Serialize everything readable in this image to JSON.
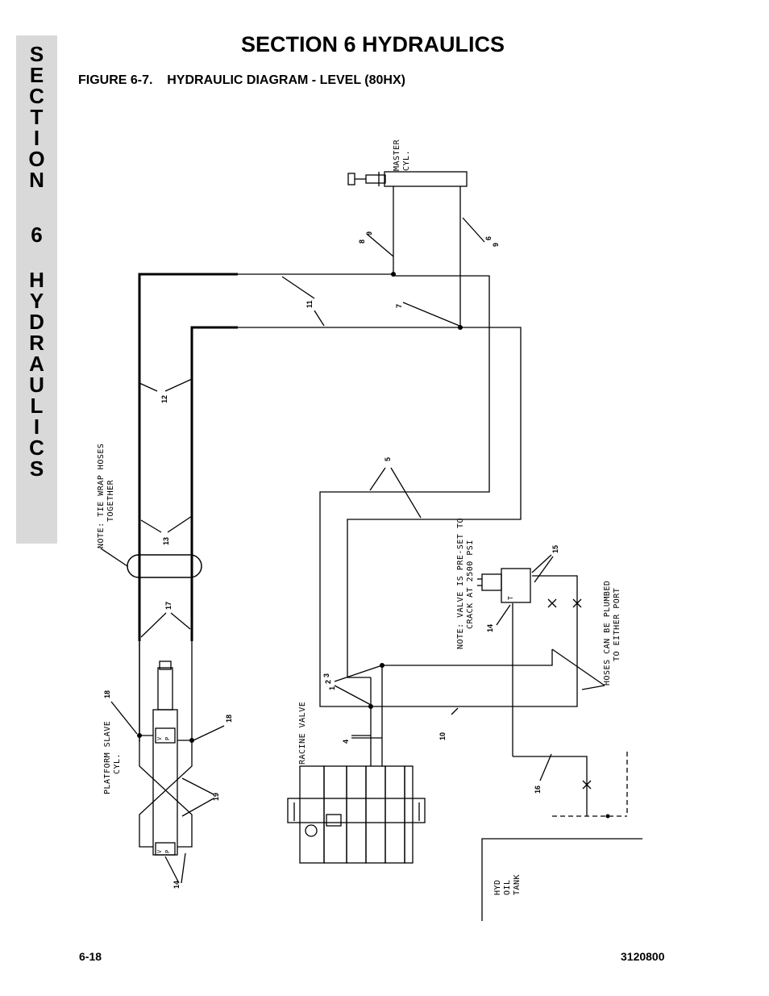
{
  "side_tab": {
    "letters": [
      "S",
      "E",
      "C",
      "T",
      "I",
      "O",
      "N",
      "",
      "6",
      "",
      "H",
      "Y",
      "D",
      "R",
      "A",
      "U",
      "L",
      "I",
      "C",
      "S"
    ]
  },
  "header": {
    "title": "SECTION 6  HYDRAULICS",
    "figure_title": "FIGURE 6-7.    HYDRAULIC DIAGRAM - LEVEL (80HX)"
  },
  "diagram": {
    "labels": {
      "master_cyl_1": "MASTER",
      "master_cyl_2": "CYL.",
      "note_tie_1": "NOTE: TIE WRAP HOSES",
      "note_tie_2": "TOGETHER",
      "note_valve_1": "NOTE: VALVE IS PRE-SET TO",
      "note_valve_2": "CRACK AT 2500 PSI",
      "hoses_note_1": "HOSES CAN BE PLUMBED",
      "hoses_note_2": "TO EITHER PORT",
      "racine_valve": "RACINE VALVE",
      "platform_slave_1": "PLATFORM SLAVE",
      "platform_slave_2": "CYL.",
      "hyd_oil_tank_1": "HYD",
      "hyd_oil_tank_2": "OIL",
      "hyd_oil_tank_3": "TANK",
      "port_v": "V",
      "port_p": "P",
      "port_t": "T"
    },
    "callouts": {
      "c8": "8",
      "c9a": "9",
      "c6": "6",
      "c9b": "9",
      "c7": "7",
      "c11": "11",
      "c12": "12",
      "c5": "5",
      "c13": "13",
      "c17": "17",
      "c15": "15",
      "c14a": "14",
      "c1": "1",
      "c2": "2",
      "c3": "3",
      "c4": "4",
      "c10": "10",
      "c16": "16",
      "c18a": "18",
      "c18b": "18",
      "c19": "19",
      "c14b": "14"
    }
  },
  "footer": {
    "page_number": "6-18",
    "doc_number": "3120800"
  }
}
